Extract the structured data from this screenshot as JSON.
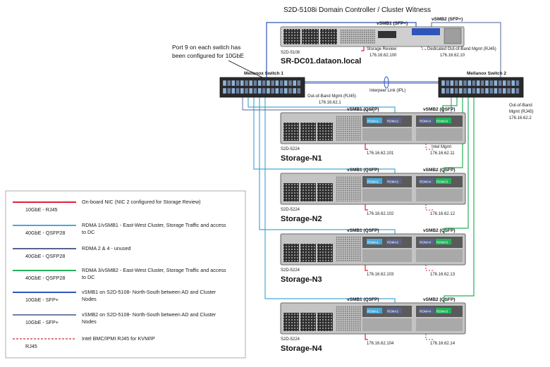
{
  "title": "S2D-5108i Domain Controller / Cluster Witness",
  "callout": [
    "Port 9 on each switch has",
    "been configured for 10GbE"
  ],
  "dc": {
    "model": "S2D-5108",
    "hostname": "SR-DC01.dataon.local",
    "port1": "vSMB1 (SFP+)",
    "port2": "vSMB2 (SFP+)",
    "storage_review_label": "Storage Review",
    "storage_review_ip": "176.16.62.100",
    "oob_label": "Dedicated Out-of-Band Mgmt (RJ45)",
    "oob_ip": "176.16.62.10"
  },
  "switch1": {
    "name": "Mellanox Switch 1",
    "oob_label": "Out-of-Band Mgmt (RJ45)",
    "oob_ip": "176.16.62.1"
  },
  "switch2": {
    "name": "Mellanox Switch 2",
    "oob_lines": [
      "Out-of-Band",
      "Mgmt (RJ45)",
      "176.16.62.2"
    ]
  },
  "interpeer_label": "Interpeer Link (IPL)",
  "nodes": [
    {
      "model": "S2D-5224",
      "name": "Storage-N1",
      "vsmb1": "vSMB1 (QSFP)",
      "vsmb2": "vSMB2 (QSFP)",
      "rdma1": "RDMA1",
      "rdma2": "RDMA2",
      "rdma3": "RDMA3",
      "rdma4": "RDMA4",
      "ip1": "176.16.62.101",
      "ip2": "176.16.62.11",
      "mgmt_note": "Intel Mgmt"
    },
    {
      "model": "S2D-5224",
      "name": "Storage-N2",
      "vsmb1": "vSMB1 (QSFP)",
      "vsmb2": "vSMB2 (QSFP)",
      "rdma1": "RDMA1",
      "rdma2": "RDMA2",
      "rdma3": "RDMA3",
      "rdma4": "RDMA4",
      "ip1": "176.16.62.102",
      "ip2": "176.16.62.12",
      "mgmt_note": ""
    },
    {
      "model": "S2D-5224",
      "name": "Storage-N3",
      "vsmb1": "vSMB1 (QSFP)",
      "vsmb2": "vSMB2 (QSFP)",
      "rdma1": "RDMA1",
      "rdma2": "RDMA2",
      "rdma3": "RDMA3",
      "rdma4": "RDMA4",
      "ip1": "176.16.62.103",
      "ip2": "176.16.62.13",
      "mgmt_note": ""
    },
    {
      "model": "S2D-5224",
      "name": "Storage-N4",
      "vsmb1": "vSMB1 (QSFP)",
      "vsmb2": "vSMB2 (QSFP)",
      "rdma1": "RDMA1",
      "rdma2": "RDMA2",
      "rdma3": "RDMA3",
      "rdma4": "RDMA4",
      "ip1": "176.16.62.104",
      "ip2": "176.16.62.14",
      "mgmt_note": ""
    }
  ],
  "legend": [
    {
      "label": "10GbE - RJ45",
      "desc": [
        "On-board NIC (NIC 2 configured for Storage Review)"
      ],
      "color": "#e0203a",
      "dashed": false
    },
    {
      "label": "40GbE - QSFP28",
      "desc": [
        "RDMA 1/vSMB1 - East-West Cluster, Storage Traffic and access",
        "to DC"
      ],
      "color": "#4aa8d8",
      "dashed": false
    },
    {
      "label": "40GbE - QSFP28",
      "desc": [
        "RDMA 2 & 4 - unused"
      ],
      "color": "#59628c",
      "dashed": false
    },
    {
      "label": "40GbE - QSFP28",
      "desc": [
        "RDMA 3/vSMB2 - East-West Cluster, Storage Traffic and access",
        "to DC"
      ],
      "color": "#22b35a",
      "dashed": false
    },
    {
      "label": "10GbE - SFP+",
      "desc": [
        "vSMB1 on S2D-5108- North-South between AD and Cluster",
        "Nodes"
      ],
      "color": "#2f55b8",
      "dashed": false
    },
    {
      "label": "10GbE - SFP+",
      "desc": [
        "vSMB2 on S2D-5108- North-South between AD and Cluster",
        "Nodes"
      ],
      "color": "#6f7fa6",
      "dashed": false
    },
    {
      "label": "RJ45",
      "desc": [
        "Intel BMC/IPMI RJ45 for KVM/IP"
      ],
      "color": "#c0303a",
      "dashed": true
    }
  ],
  "colors": {
    "rj45": "#e0203a",
    "vsmb1": "#4aa8d8",
    "unused": "#59628c",
    "vsmb2": "#22b35a",
    "sfp1": "#2f55b8",
    "sfp2": "#6f7fa6",
    "bmc": "#c0303a"
  }
}
